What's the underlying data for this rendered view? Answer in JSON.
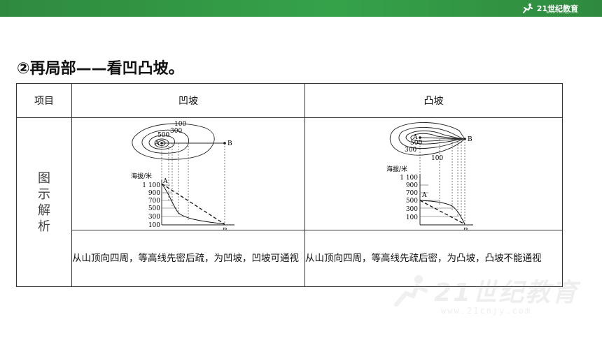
{
  "header": {
    "brand_text": "21世纪教育",
    "brand_url": "www.21cnjy.com"
  },
  "section": {
    "heading": "②再局部——看凹凸坡。"
  },
  "table": {
    "headers": [
      "项目",
      "凹坡",
      "凸坡"
    ],
    "row_label": "图示解析",
    "concave": {
      "description": "从山顶向四周，等高线先密后疏，为凹坡，凹坡可通视",
      "contour_labels": [
        "100",
        "300",
        "500"
      ],
      "point_a": "A",
      "point_b": "B",
      "y_axis_title": "海拔/米",
      "y_ticks": [
        "1 100",
        "900",
        "700",
        "500",
        "300",
        "100"
      ]
    },
    "convex": {
      "description": "从山顶向四周，等高线先疏后密，为凸坡，凸坡不能通视",
      "contour_labels": [
        "100",
        "300",
        "500"
      ],
      "point_a": "A",
      "point_b": "B",
      "y_axis_title": "海拔/米",
      "y_ticks": [
        "1 100",
        "900",
        "700",
        "500",
        "300",
        "100"
      ]
    }
  },
  "watermark": {
    "text": "21世纪教育",
    "url": "www.21cnjy.com"
  },
  "colors": {
    "topbar": "#2f8a3e",
    "line": "#333333"
  }
}
